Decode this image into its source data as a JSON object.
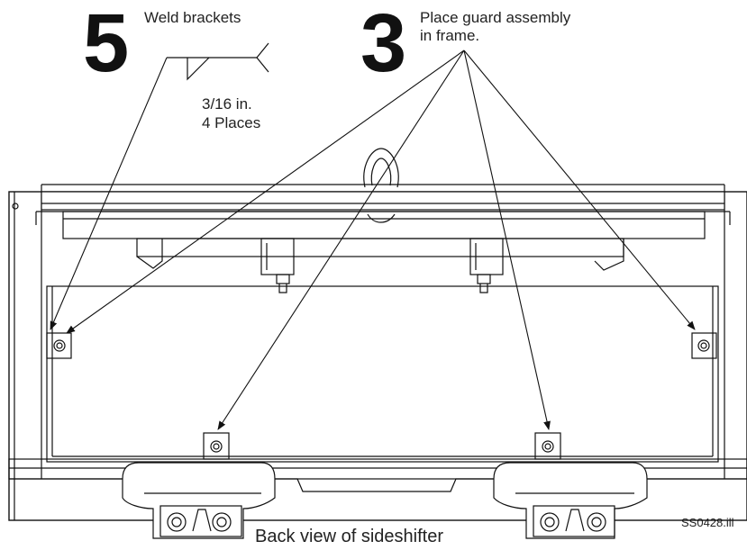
{
  "steps": [
    {
      "number": "5",
      "text": "Weld brackets"
    },
    {
      "number": "3",
      "text_line1": "Place guard assembly",
      "text_line2": "in frame."
    }
  ],
  "weld_symbol": {
    "size": "3/16 in.",
    "places": "4 Places"
  },
  "caption": "Back view of sideshifter",
  "figure_ref": "SS0428.ill",
  "colors": {
    "line": "#111111",
    "background": "#ffffff"
  }
}
